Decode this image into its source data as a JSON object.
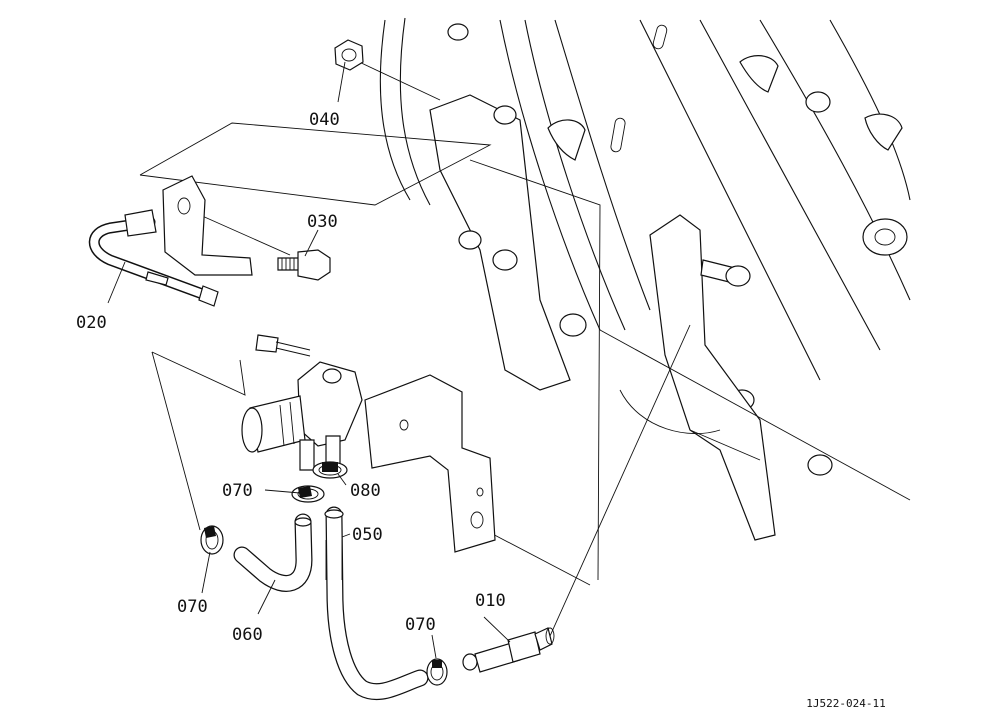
{
  "parts": [
    {
      "id": "p010",
      "label": "010",
      "icon": "pipe-joint-icon"
    },
    {
      "id": "p020",
      "label": "020",
      "icon": "bent-pipe-icon"
    },
    {
      "id": "p030",
      "label": "030",
      "icon": "bolt-icon"
    },
    {
      "id": "p040",
      "label": "040",
      "icon": "nut-icon"
    },
    {
      "id": "p050",
      "label": "050",
      "icon": "hose-icon"
    },
    {
      "id": "p060",
      "label": "060",
      "icon": "hose-icon"
    },
    {
      "id": "p070a",
      "label": "070",
      "icon": "clamp-icon"
    },
    {
      "id": "p070b",
      "label": "070",
      "icon": "clamp-icon"
    },
    {
      "id": "p070c",
      "label": "070",
      "icon": "clamp-icon"
    },
    {
      "id": "p080",
      "label": "080",
      "icon": "clamp-icon"
    }
  ],
  "drawing_code": "1J522-024-11"
}
